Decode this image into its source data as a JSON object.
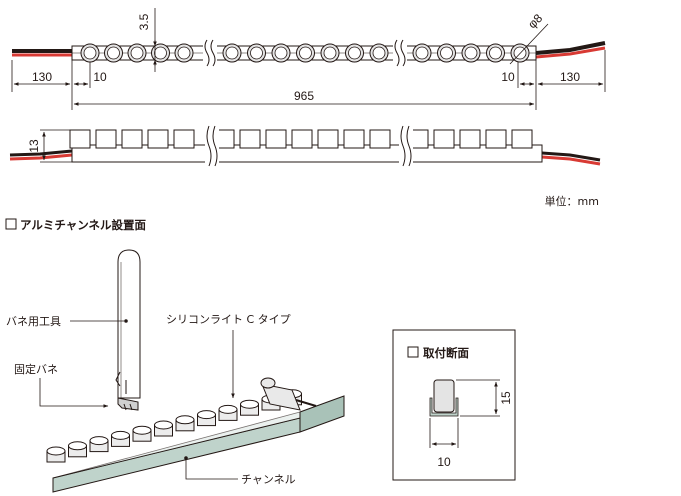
{
  "top_view": {
    "dim_left_lead": "130",
    "dim_left_pitch": "10",
    "dim_total": "965",
    "dim_right_pitch": "10",
    "dim_right_lead": "130",
    "dim_height": "3.5",
    "dim_diameter": "φ8"
  },
  "side_view": {
    "dim_height": "13"
  },
  "unit_note": "単位：mm",
  "install_section": {
    "title": "アルミチャンネル設置面",
    "label_spring_tool": "バネ用工具",
    "label_fixing_spring": "固定バネ",
    "label_product": "シリコンライト C タイプ",
    "label_channel": "チャンネル"
  },
  "cross_section": {
    "title": "取付断面",
    "dim_height": "15",
    "dim_width": "10"
  },
  "colors": {
    "line": "#231815",
    "led_fill": "#e4e4e4",
    "channel_fill": "#bfd3cb",
    "wire_red": "#d83a34",
    "wire_dark": "#231815"
  }
}
